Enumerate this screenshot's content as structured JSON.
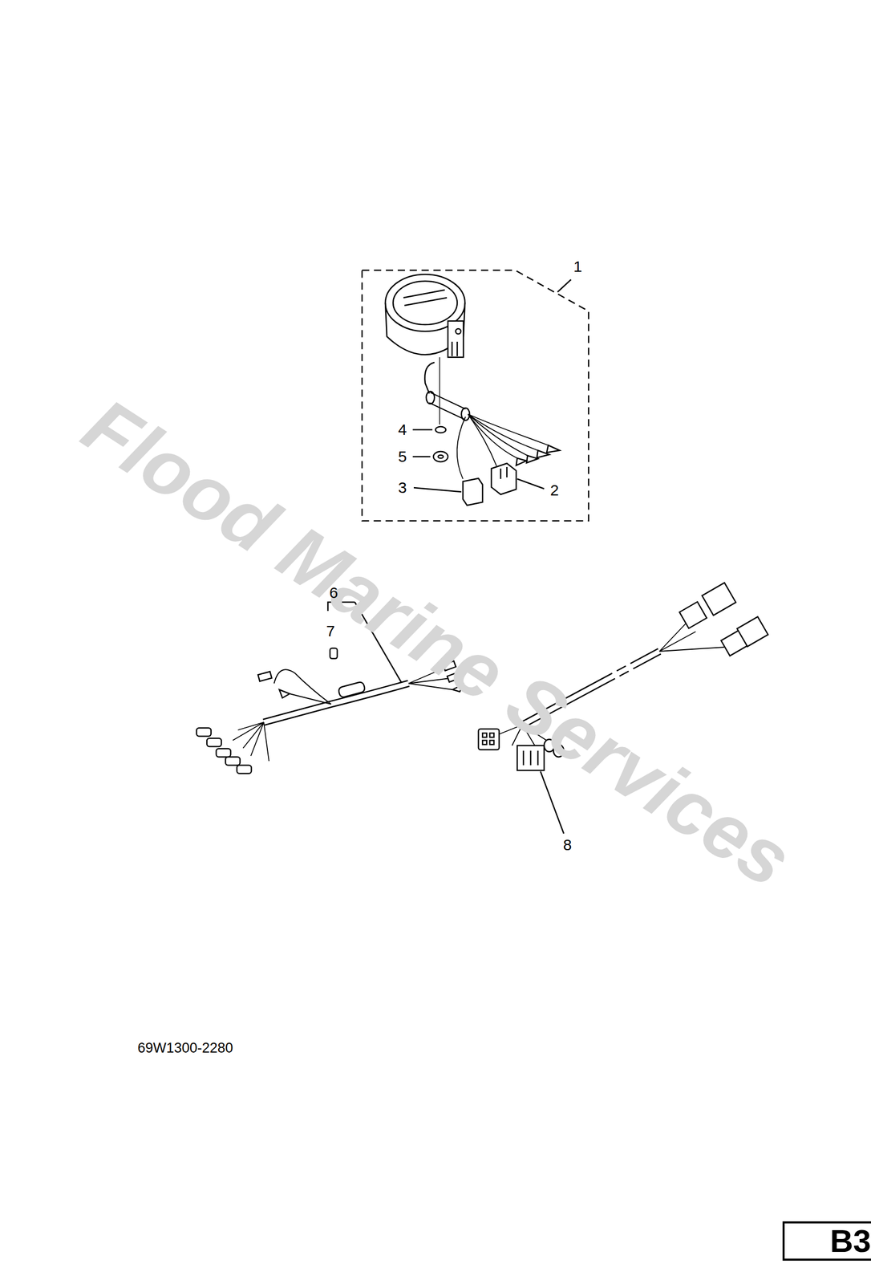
{
  "diagram": {
    "nodes": [
      {
        "text": [
          "B3"
        ]
      }
    ],
    "labels": [
      "1",
      "2",
      "3",
      "4",
      "5",
      "6",
      "7",
      "8",
      "69W1300-2280",
      "Flood Marine Services"
    ]
  }
}
